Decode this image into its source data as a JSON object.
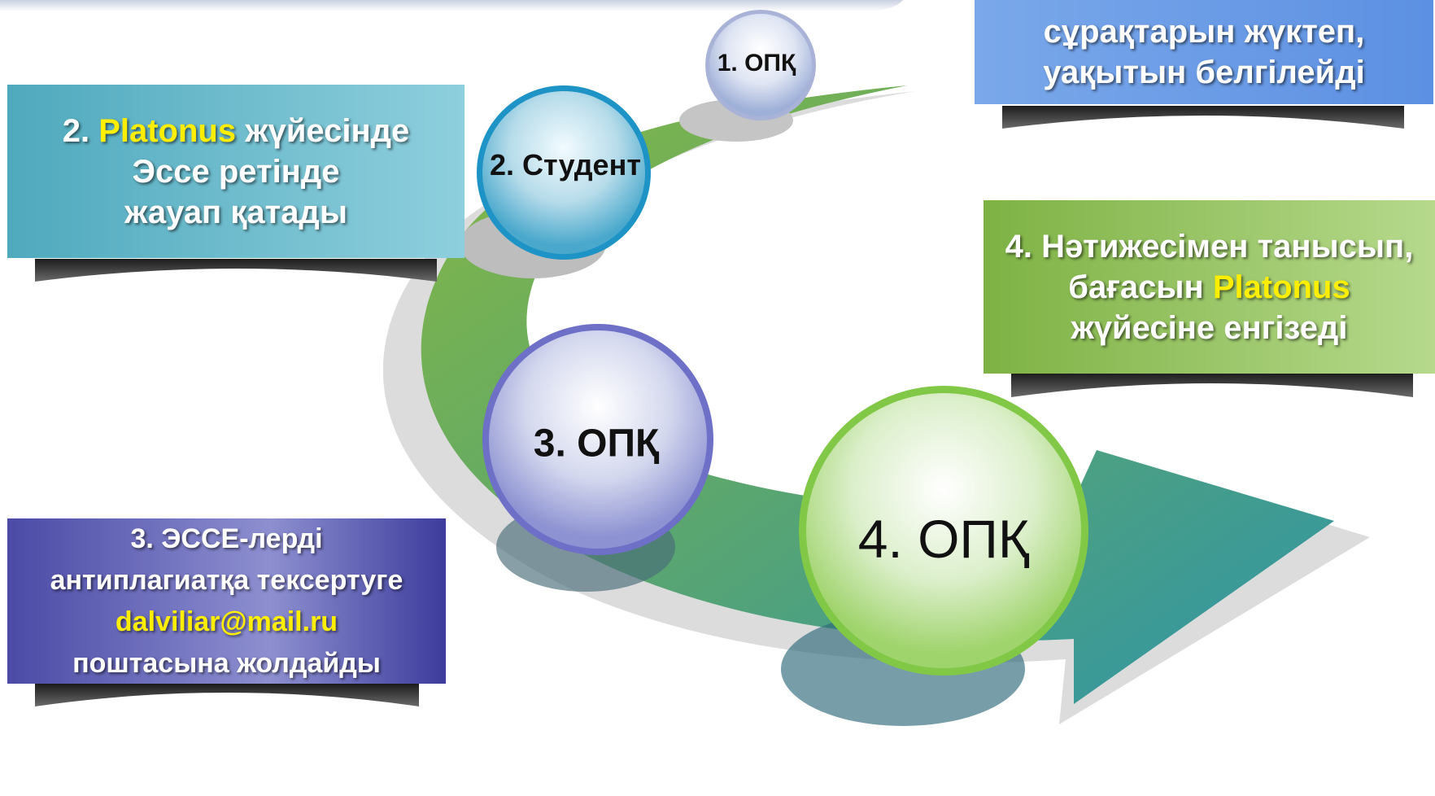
{
  "diagram": {
    "nodes": [
      {
        "id": "n1",
        "label": "1. ОПҚ"
      },
      {
        "id": "n2",
        "label": "2. Студент"
      },
      {
        "id": "n3",
        "label": "3. ОПҚ"
      },
      {
        "id": "n4",
        "label": "4. ОПҚ"
      }
    ],
    "boxes": {
      "b1": {
        "line1": "сұрақтарын жүктеп,",
        "line2": "уақытын белгілейді",
        "color": "#6d9ee6"
      },
      "b2": {
        "prefix": "2. ",
        "highlight": "Platonus",
        "suffix": " жүйесінде",
        "line2": "Эссе ретінде",
        "line3": "жауап қатады",
        "color": "#5db6c8"
      },
      "b3": {
        "line1": "3. ЭССЕ-лерді",
        "line2": "антиплагиатқа тексертуге",
        "highlight": "dalviliar@mail.ru",
        "line4": "поштасына жолдайды",
        "color": "#5857b0"
      },
      "b4": {
        "line1": "4. Нәтижесімен танысып,",
        "prefix": "бағасын ",
        "highlight": "Platonus",
        "line3": "жүйесіне енгізеді",
        "color": "#8fbf5a"
      }
    },
    "colors": {
      "arrow_green": "#78ad45",
      "arrow_teal": "#3c9a9c",
      "highlight": "#ffee00"
    }
  }
}
